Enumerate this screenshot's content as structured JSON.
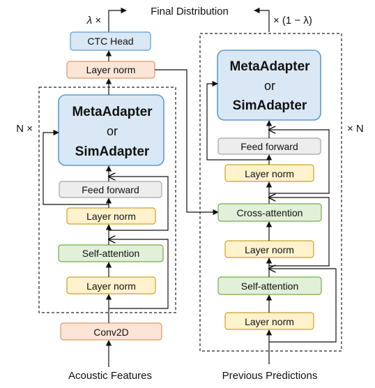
{
  "colors": {
    "layer_norm_fill": "#fff2cc",
    "layer_norm_stroke": "#c9a227",
    "attention_fill": "#e2efd9",
    "attention_stroke": "#70ad47",
    "feed_forward_fill": "#ededed",
    "feed_forward_stroke": "#a5a5a5",
    "adapter_fill": "#dae8f5",
    "adapter_stroke": "#5b9bd5",
    "conv_fill": "#fbe5d6",
    "conv_stroke": "#d99a6c",
    "ctc_fill": "#dae8f5",
    "ctc_stroke": "#5b9bd5"
  },
  "labels": {
    "final_distribution": "Final Distribution",
    "lambda_times": "λ ×",
    "one_minus_lambda": "× (1 − λ)",
    "n_times_left": "N ×",
    "n_times_right": "× N",
    "acoustic_features": "Acoustic Features",
    "previous_predictions": "Previous Predictions"
  },
  "encoder": {
    "ctc_head": "CTC Head",
    "layer_norm_top": "Layer norm",
    "adapter_line1": "MetaAdapter",
    "adapter_line2": "or",
    "adapter_line3": "SimAdapter",
    "feed_forward": "Feed forward",
    "layer_norm_ff": "Layer norm",
    "self_attention": "Self-attention",
    "layer_norm_sa": "Layer norm",
    "conv2d": "Conv2D"
  },
  "decoder": {
    "adapter_line1": "MetaAdapter",
    "adapter_line2": "or",
    "adapter_line3": "SimAdapter",
    "feed_forward": "Feed forward",
    "layer_norm_ff": "Layer norm",
    "cross_attention": "Cross-attention",
    "layer_norm_ca": "Layer norm",
    "self_attention": "Self-attention",
    "layer_norm_sa": "Layer norm"
  }
}
